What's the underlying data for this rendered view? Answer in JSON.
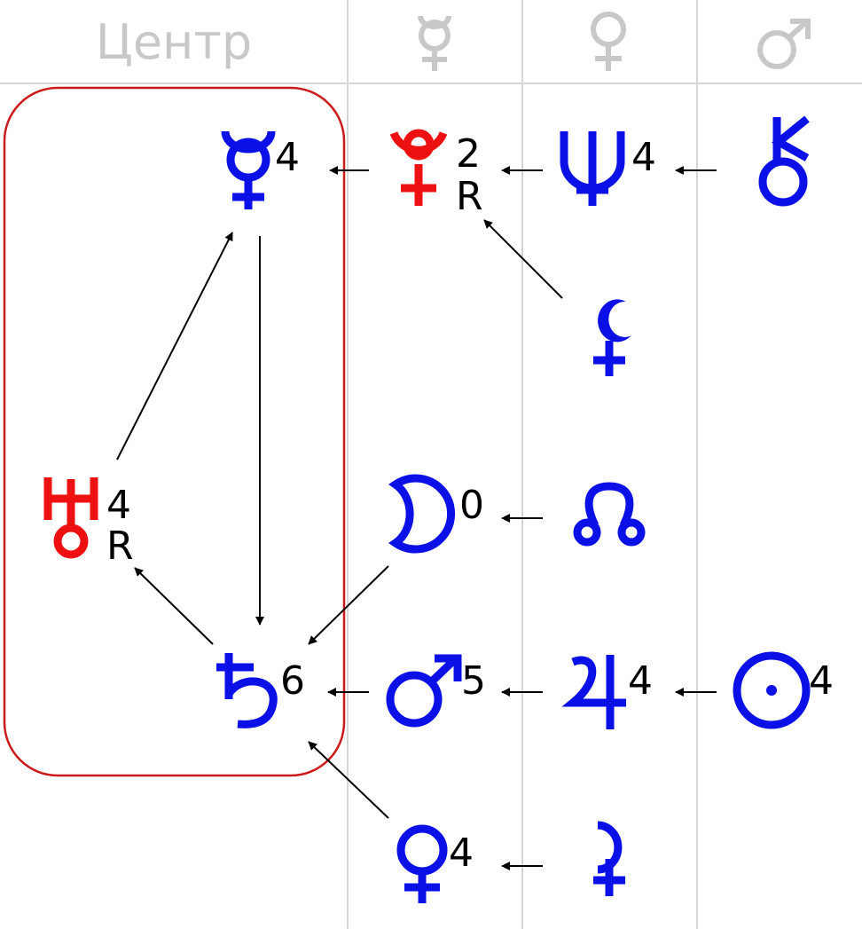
{
  "header": {
    "center": "Центр",
    "col1_icon": "mercury-icon",
    "col2_icon": "venus-icon",
    "col3_icon": "mars-icon"
  },
  "colors": {
    "planet": "#0a10e6",
    "highlight": "#ee1111",
    "header": "#c8c8c8",
    "grid": "#d6d6d6",
    "frame": "#cc1a1a"
  },
  "nodes": {
    "mercury": {
      "icon": "mercury-icon",
      "score": "4"
    },
    "pluto": {
      "icon": "pluto-icon",
      "score": "2",
      "retro": "R"
    },
    "neptune": {
      "icon": "neptune-icon",
      "score": "4"
    },
    "chiron": {
      "icon": "chiron-icon"
    },
    "lilith": {
      "icon": "lilith-icon"
    },
    "uranus": {
      "icon": "uranus-icon",
      "score": "4",
      "retro": "R"
    },
    "moon": {
      "icon": "moon-icon",
      "score": "0"
    },
    "node": {
      "icon": "north-node-icon"
    },
    "saturn": {
      "icon": "saturn-icon",
      "score": "6"
    },
    "mars": {
      "icon": "mars-icon",
      "score": "5"
    },
    "jupiter": {
      "icon": "jupiter-icon",
      "score": "4"
    },
    "sun": {
      "icon": "sun-icon",
      "score": "4"
    },
    "venus": {
      "icon": "venus-icon",
      "score": "4"
    },
    "selena": {
      "icon": "selena-icon"
    }
  }
}
